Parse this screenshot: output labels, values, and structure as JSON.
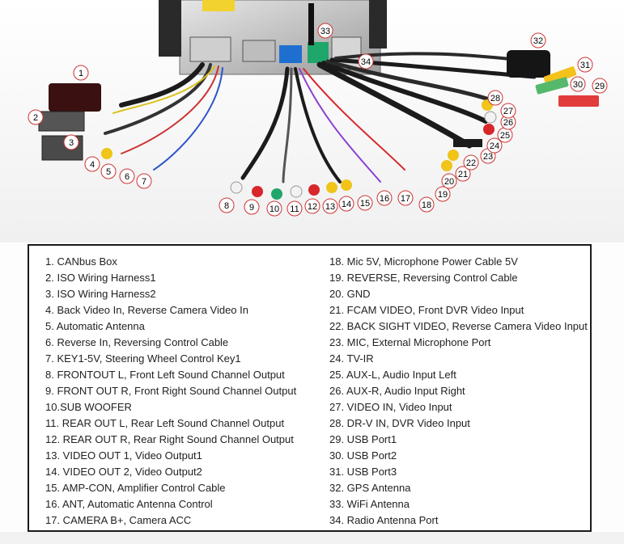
{
  "diagram": {
    "callout_numbers": [
      "1",
      "2",
      "3",
      "4",
      "5",
      "6",
      "7",
      "8",
      "9",
      "10",
      "11",
      "12",
      "13",
      "14",
      "15",
      "16",
      "17",
      "18",
      "19",
      "20",
      "21",
      "22",
      "23",
      "24",
      "25",
      "26",
      "27",
      "28",
      "29",
      "30",
      "31",
      "32",
      "33",
      "34"
    ],
    "colors": {
      "rca_red": "#d8262b",
      "rca_white": "#f2f2f2",
      "rca_yellow": "#f0c419",
      "rca_green": "#1fa66a",
      "usb_red": "#e23b3b",
      "usb_green": "#55b86b",
      "usb_yellow": "#f3c21b",
      "cable_black": "#1b1b1b",
      "legend_border": "#1a1a1a"
    }
  },
  "legend": {
    "left": [
      "1. CANbus Box",
      "2. ISO Wiring Harness1",
      "3. ISO Wiring Harness2",
      "4. Back Video In, Reverse Camera Video In",
      "5. Automatic Antenna",
      "6. Reverse In, Reversing Control Cable",
      "7. KEY1-5V, Steering Wheel Control Key1",
      "8. FRONTOUT L, Front Left Sound Channel Output",
      "9. FRONT OUT R, Front Right Sound Channel Output",
      "10.SUB WOOFER",
      "11. REAR OUT L, Rear Left Sound Channel Output",
      "12. REAR OUT R, Rear Right Sound Channel Output",
      "13. VIDEO OUT 1, Video Output1",
      "14. VIDEO OUT 2, Video Output2",
      "15. AMP-CON, Amplifier Control Cable",
      "16. ANT, Automatic Antenna Control",
      "17. CAMERA B+, Camera ACC"
    ],
    "right": [
      "18. Mic 5V, Microphone Power Cable 5V",
      "19. REVERSE, Reversing Control Cable",
      "20. GND",
      "21. FCAM VIDEO, Front DVR Video Input",
      "22. BACK SIGHT VIDEO, Reverse Camera Video Input",
      "23. MIC, External Microphone Port",
      "24. TV-IR",
      "25. AUX-L, Audio Input Left",
      "26. AUX-R, Audio Input Right",
      "27. VIDEO IN, Video Input",
      "28. DR-V IN, DVR Video Input",
      "29. USB Port1",
      "30. USB Port2",
      "31. USB Port3",
      "32. GPS Antenna",
      "33. WiFi Antenna",
      "34. Radio Antenna Port"
    ]
  }
}
